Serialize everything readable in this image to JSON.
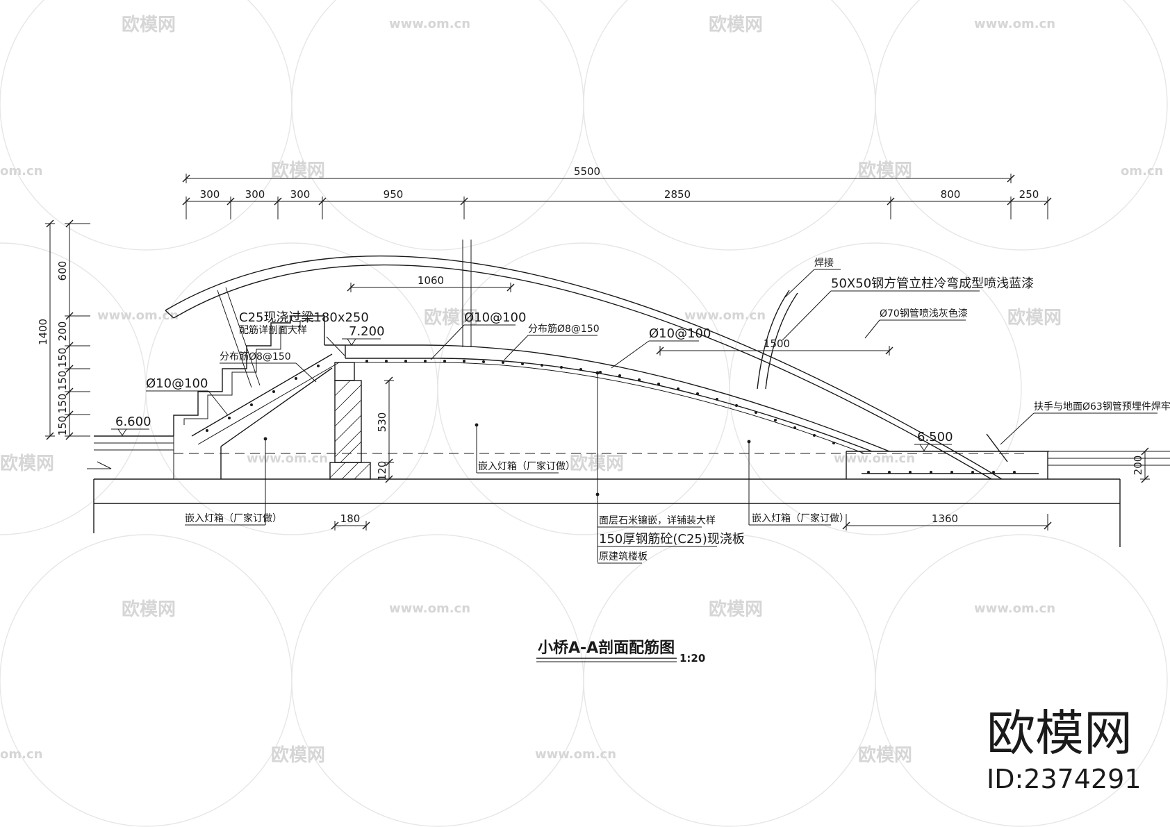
{
  "drawing": {
    "title": "小桥A-A剖面配筋图",
    "scale": "1:20",
    "brand": {
      "name": "欧模网",
      "id": "ID:2374291"
    },
    "watermark": {
      "name": "欧模网",
      "url": "www.om.cn",
      "url_short": "om.cn"
    },
    "top_dimensions": {
      "overall": "5500",
      "segments": [
        "300",
        "300",
        "300",
        "950",
        "2850",
        "800",
        "250"
      ]
    },
    "left_dimensions": {
      "overall": "1400",
      "segments": [
        "600",
        "200",
        "150",
        "150",
        "150",
        "150"
      ]
    },
    "inner_dimensions": {
      "span_top": "1060",
      "span_mid": "1500",
      "column_height": "530",
      "base_height": "120",
      "column_width": "180",
      "slab_span": "1360",
      "right_height": "200"
    },
    "elevations": {
      "left": "6.600",
      "top": "7.200",
      "right": "6.500"
    },
    "annotations": {
      "beam": "C25现浇过梁180x250",
      "beam_detail": "配筋详剖面大样",
      "rebar_left_dist": "分布筋Ø8@150",
      "rebar_left_main": "Ø10@100",
      "rebar_top_main": "Ø10@100",
      "rebar_top_dist": "分布筋Ø8@150",
      "rebar_right_main": "Ø10@100",
      "weld": "焊接",
      "square_tube": "50X50钢方管立柱冷弯成型喷浅蓝漆",
      "steel_pipe": "Ø70钢管喷浅灰色漆",
      "handrail": "扶手与地面Ø63钢管预埋件焊牢",
      "light_box_left": "嵌入灯箱（厂家订做）",
      "light_box_center": "嵌入灯箱（厂家订做）",
      "light_box_right": "嵌入灯箱（厂家订做）",
      "surface": "面层石米镶嵌，详铺装大样",
      "slab": "150厚钢筋砼(C25)现浇板",
      "floor": "原建筑楼板"
    }
  }
}
